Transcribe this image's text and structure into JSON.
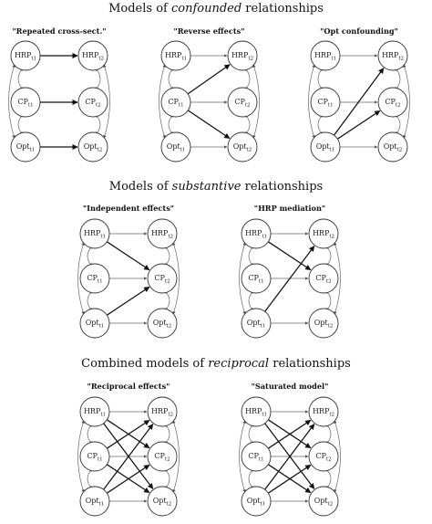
{
  "sections": [
    {
      "title": {
        "prefix": "Models of ",
        "emph": "confounded",
        "suffix": " relationships"
      },
      "models": [
        {
          "title": "\"Repeated cross-sect.\"",
          "paths": [
            {
              "from": "HRP_t1",
              "to": "HRP_t2",
              "strength": "strong"
            },
            {
              "from": "CP_t1",
              "to": "CP_t2",
              "strength": "strong"
            },
            {
              "from": "Opt_t1",
              "to": "Opt_t2",
              "strength": "strong"
            }
          ]
        },
        {
          "title": "\"Reverse effects\"",
          "paths": [
            {
              "from": "HRP_t1",
              "to": "HRP_t2",
              "strength": "light"
            },
            {
              "from": "CP_t1",
              "to": "CP_t2",
              "strength": "light"
            },
            {
              "from": "Opt_t1",
              "to": "Opt_t2",
              "strength": "light"
            },
            {
              "from": "CP_t1",
              "to": "HRP_t2",
              "strength": "strong"
            },
            {
              "from": "CP_t1",
              "to": "Opt_t2",
              "strength": "strong"
            }
          ]
        },
        {
          "title": "\"Opt confounding\"",
          "paths": [
            {
              "from": "HRP_t1",
              "to": "HRP_t2",
              "strength": "light"
            },
            {
              "from": "CP_t1",
              "to": "CP_t2",
              "strength": "light"
            },
            {
              "from": "Opt_t1",
              "to": "Opt_t2",
              "strength": "light"
            },
            {
              "from": "Opt_t1",
              "to": "HRP_t2",
              "strength": "strong"
            },
            {
              "from": "Opt_t1",
              "to": "CP_t2",
              "strength": "strong"
            }
          ]
        }
      ]
    },
    {
      "title": {
        "prefix": "Models of ",
        "emph": "substantive",
        "suffix": " relationships"
      },
      "models": [
        {
          "title": "\"Independent effects\"",
          "paths": [
            {
              "from": "HRP_t1",
              "to": "HRP_t2",
              "strength": "light"
            },
            {
              "from": "CP_t1",
              "to": "CP_t2",
              "strength": "light"
            },
            {
              "from": "Opt_t1",
              "to": "Opt_t2",
              "strength": "light"
            },
            {
              "from": "HRP_t1",
              "to": "CP_t2",
              "strength": "strong"
            },
            {
              "from": "Opt_t1",
              "to": "CP_t2",
              "strength": "strong"
            }
          ]
        },
        {
          "title": "\"HRP mediation\"",
          "paths": [
            {
              "from": "HRP_t1",
              "to": "HRP_t2",
              "strength": "light"
            },
            {
              "from": "CP_t1",
              "to": "CP_t2",
              "strength": "light"
            },
            {
              "from": "Opt_t1",
              "to": "Opt_t2",
              "strength": "light"
            },
            {
              "from": "HRP_t1",
              "to": "CP_t2",
              "strength": "strong"
            },
            {
              "from": "Opt_t1",
              "to": "HRP_t2",
              "strength": "strong"
            }
          ]
        }
      ]
    },
    {
      "title": {
        "prefix": "Combined models of ",
        "emph": "reciprocal",
        "suffix": " relationships"
      },
      "models": [
        {
          "title": "\"Reciprocal effects\"",
          "paths": [
            {
              "from": "HRP_t1",
              "to": "HRP_t2",
              "strength": "light"
            },
            {
              "from": "CP_t1",
              "to": "CP_t2",
              "strength": "light"
            },
            {
              "from": "Opt_t1",
              "to": "Opt_t2",
              "strength": "light"
            },
            {
              "from": "HRP_t1",
              "to": "CP_t2",
              "strength": "strong"
            },
            {
              "from": "Opt_t1",
              "to": "CP_t2",
              "strength": "strong"
            },
            {
              "from": "CP_t1",
              "to": "HRP_t2",
              "strength": "strong"
            },
            {
              "from": "CP_t1",
              "to": "Opt_t2",
              "strength": "strong"
            },
            {
              "from": "HRP_t1",
              "to": "Opt_t2",
              "strength": "strong"
            },
            {
              "from": "Opt_t1",
              "to": "HRP_t2",
              "strength": "strong"
            }
          ]
        },
        {
          "title": "\"Saturated model\"",
          "paths": [
            {
              "from": "HRP_t1",
              "to": "HRP_t2",
              "strength": "light"
            },
            {
              "from": "CP_t1",
              "to": "CP_t2",
              "strength": "light"
            },
            {
              "from": "Opt_t1",
              "to": "Opt_t2",
              "strength": "light"
            },
            {
              "from": "HRP_t1",
              "to": "CP_t2",
              "strength": "strong"
            },
            {
              "from": "HRP_t1",
              "to": "Opt_t2",
              "strength": "strong"
            },
            {
              "from": "CP_t1",
              "to": "HRP_t2",
              "strength": "strong"
            },
            {
              "from": "CP_t1",
              "to": "Opt_t2",
              "strength": "strong"
            },
            {
              "from": "Opt_t1",
              "to": "HRP_t2",
              "strength": "strong"
            },
            {
              "from": "Opt_t1",
              "to": "CP_t2",
              "strength": "strong"
            }
          ]
        }
      ]
    }
  ],
  "nodes": [
    {
      "id": "HRP_t1",
      "base": "HRP",
      "sub": "t1"
    },
    {
      "id": "CP_t1",
      "base": "CP",
      "sub": "t1"
    },
    {
      "id": "Opt_t1",
      "base": "Opt",
      "sub": "t1"
    },
    {
      "id": "HRP_t2",
      "base": "HRP",
      "sub": "t2"
    },
    {
      "id": "CP_t2",
      "base": "CP",
      "sub": "t2"
    },
    {
      "id": "Opt_t2",
      "base": "Opt",
      "sub": "t2"
    }
  ]
}
